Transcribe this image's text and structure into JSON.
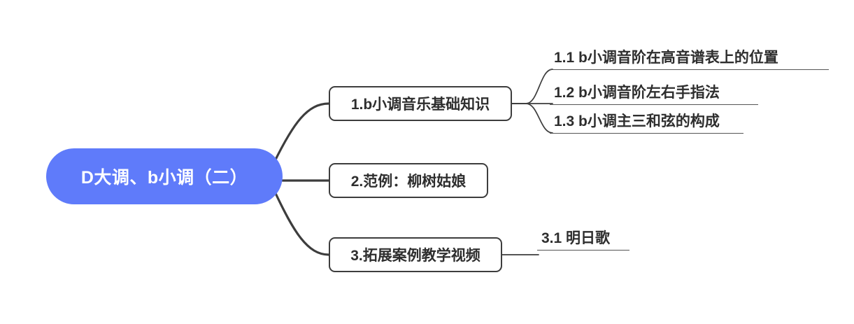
{
  "mindmap": {
    "root": {
      "label": "D大调、b小调（二）",
      "color": "#5f7bfa",
      "text_color": "#ffffff"
    },
    "branches": [
      {
        "id": "1",
        "label": "1.b小调音乐基础知识",
        "children": [
          {
            "id": "1.1",
            "label": "1.1 b小调音阶在高音谱表上的位置"
          },
          {
            "id": "1.2",
            "label": "1.2 b小调音阶左右手指法"
          },
          {
            "id": "1.3",
            "label": "1.3 b小调主三和弦的构成"
          }
        ]
      },
      {
        "id": "2",
        "label": "2.范例：柳树姑娘",
        "children": []
      },
      {
        "id": "3",
        "label": "3.拓展案例教学视频",
        "children": [
          {
            "id": "3.1",
            "label": "3.1 明日歌"
          }
        ]
      }
    ],
    "style": {
      "connector_color": "#3d3d3d",
      "node_border_color": "#3d3d3d",
      "node_fill": "#ffffff",
      "node_text_color": "#2e2e2e",
      "underline_color": "#555555"
    }
  }
}
